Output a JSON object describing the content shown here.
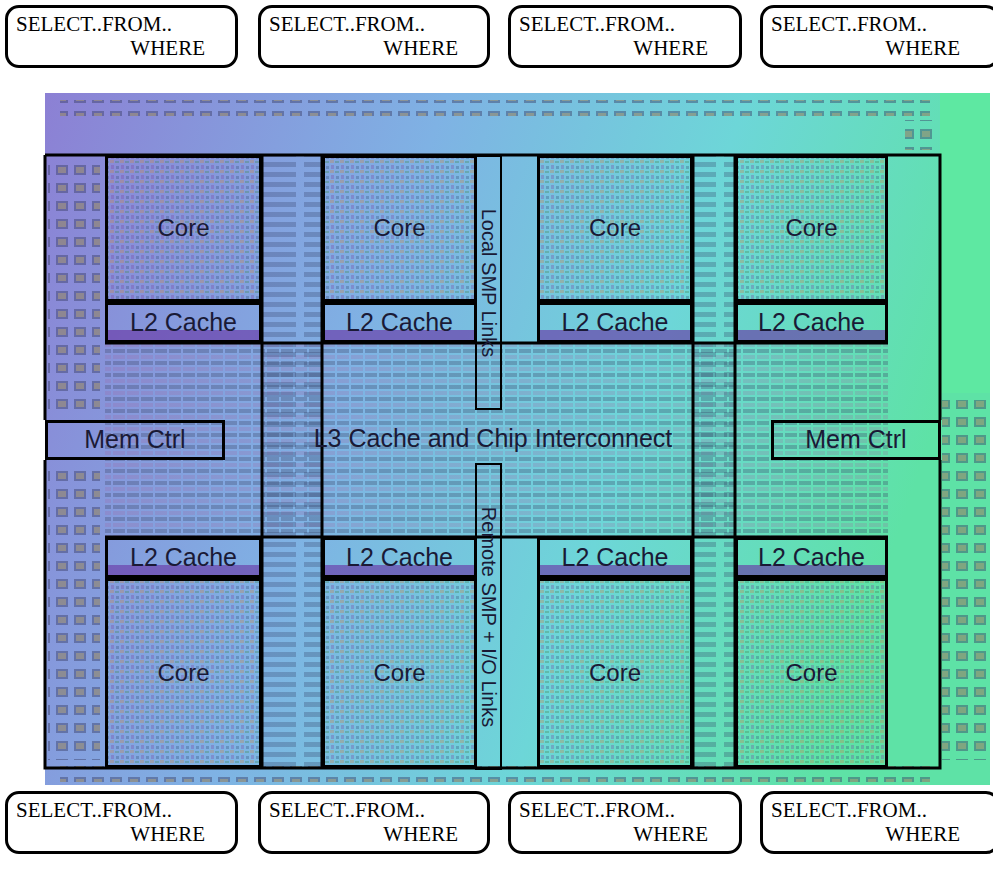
{
  "diagram": {
    "nodes": [
      {
        "text": [
          "SELECT..FROM.. WHERE"
        ]
      },
      {
        "text": [
          "SELECT..FROM.. WHERE"
        ]
      },
      {
        "text": [
          "SELECT..FROM.. WHERE"
        ]
      },
      {
        "text": [
          "SELECT..FROM.. WHERE"
        ]
      },
      {
        "text": [
          "Core"
        ]
      },
      {
        "text": [
          "Core"
        ]
      },
      {
        "text": [
          "Local SMP Links"
        ]
      },
      {
        "text": [
          "Core"
        ]
      },
      {
        "text": [
          "Core"
        ]
      },
      {
        "text": [
          "L2 Cache"
        ]
      },
      {
        "text": [
          "L2 Cache"
        ]
      },
      {
        "text": [
          "L2 Cache"
        ]
      },
      {
        "text": [
          "L2 Cache"
        ]
      },
      {
        "text": [
          "Mem Ctrl"
        ]
      },
      {
        "text": [
          "Mem Ctrl"
        ]
      },
      {
        "text": [
          "L2 Cache"
        ]
      },
      {
        "text": [
          "L2 Cache"
        ]
      },
      {
        "text": [
          "L2 Cache"
        ]
      },
      {
        "text": [
          "L2 Cache"
        ]
      },
      {
        "text": [
          "Remote SMP + I/O Links"
        ]
      },
      {
        "text": [
          "Core"
        ]
      },
      {
        "text": [
          "Core"
        ]
      },
      {
        "text": [
          "Core"
        ]
      },
      {
        "text": [
          "Core"
        ]
      },
      {
        "text": [
          "SELECT..FROM.. WHERE"
        ]
      },
      {
        "text": [
          "SELECT..FROM.. WHERE"
        ]
      },
      {
        "text": [
          "SELECT..FROM.. WHERE"
        ]
      },
      {
        "text": [
          "SELECT..FROM.. WHERE"
        ]
      }
    ],
    "labels": [
      "L3 Cache and Chip Interconnect"
    ]
  }
}
